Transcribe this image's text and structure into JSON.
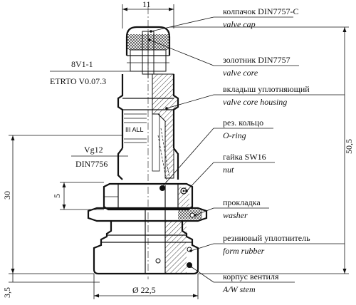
{
  "dimensions": {
    "top_width": "11",
    "height_total": "50,5",
    "height_30": "30",
    "height_5": "5",
    "height_3_5": "3,5",
    "diameter": "Ø 22,5"
  },
  "left_labels": {
    "code": "8V1-1",
    "etrto": "ETRTO V0.07.3",
    "thread": "Vg12",
    "din": "DIN7756"
  },
  "embossed_text": "III ALL",
  "callouts": [
    {
      "ru": "колпачок DIN7757-C",
      "en": "valve cap"
    },
    {
      "ru": "золотник DIN7757",
      "en": "valve core"
    },
    {
      "ru": "вкладыш уплотняющий",
      "en": "valve core housing"
    },
    {
      "ru": "рез. кольцо",
      "en": "O-ring"
    },
    {
      "ru": "гайка SW16",
      "en": "nut"
    },
    {
      "ru": "прокладка",
      "en": "washer"
    },
    {
      "ru": "резиновый уплотнитель",
      "en": "form rubber"
    },
    {
      "ru": "корпус вентиля",
      "en": "A/W stem"
    }
  ]
}
